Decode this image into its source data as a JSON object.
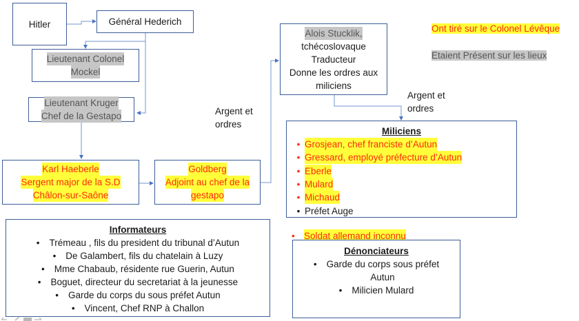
{
  "boxes": {
    "hitler": "Hitler",
    "general": "Général Hederich",
    "mockel": [
      "Lieutenant Colonel",
      "Mockel"
    ],
    "kruger": [
      "Lieutenant Kruger",
      "Chef de la Gestapo"
    ],
    "haeberle": [
      "Karl Haeberle",
      "Sergent major de la S.D",
      "Châlon-sur-Saône"
    ],
    "goldberg": [
      "Goldberg",
      "Adjoint au chef de la",
      "gestapo"
    ],
    "stucklik": [
      "Alois Stucklik,",
      "tchécoslovaque",
      "Traducteur",
      "Donne les ordres aux",
      "miliciens"
    ]
  },
  "labels": {
    "argent_left": [
      "Argent et",
      "ordres"
    ],
    "argent_right": [
      "Argent et",
      "ordres"
    ]
  },
  "legend": {
    "shot": "Ont tiré sur le Colonel Lévêque",
    "present": "Etaient Présent sur les lieux"
  },
  "miliciens": {
    "title": "Miliciens",
    "items": [
      {
        "text": "Grosjean, chef franciste d’Autun",
        "shooter": true
      },
      {
        "text": "Gressard, employé préfecture d’Autun",
        "shooter": true
      },
      {
        "text": "Eberle",
        "shooter": true
      },
      {
        "text": "Mulard",
        "shooter": true
      },
      {
        "text": "Michaud",
        "shooter": true
      },
      {
        "text": "Préfet Auge",
        "shooter": false
      }
    ]
  },
  "soldat": "Soldat allemand inconnu",
  "informateurs": {
    "title": "Informateurs",
    "items": [
      "Trémeau , fils du president du tribunal d’Autun",
      "De Galambert, fils du chatelain à Luzy",
      "Mme Chabaub, résidente rue Guerin, Autun",
      "Boguet, directeur du secretariat à la jeunesse",
      "Garde du corps du  sous préfet Autun",
      "Vincent, Chef RNP à Challon"
    ]
  },
  "denonciateurs": {
    "title": "Dénonciateurs",
    "items": [
      "Garde du corps sous préfet",
      "Autun",
      "Milicien Mulard"
    ]
  },
  "bullet": "•",
  "colors": {
    "border": "#3b5c99",
    "connector": "#7094cf",
    "highlight_yellow": "#ffff3a",
    "text_red": "#ff2a10",
    "highlight_gray": "#c6c6c6"
  }
}
